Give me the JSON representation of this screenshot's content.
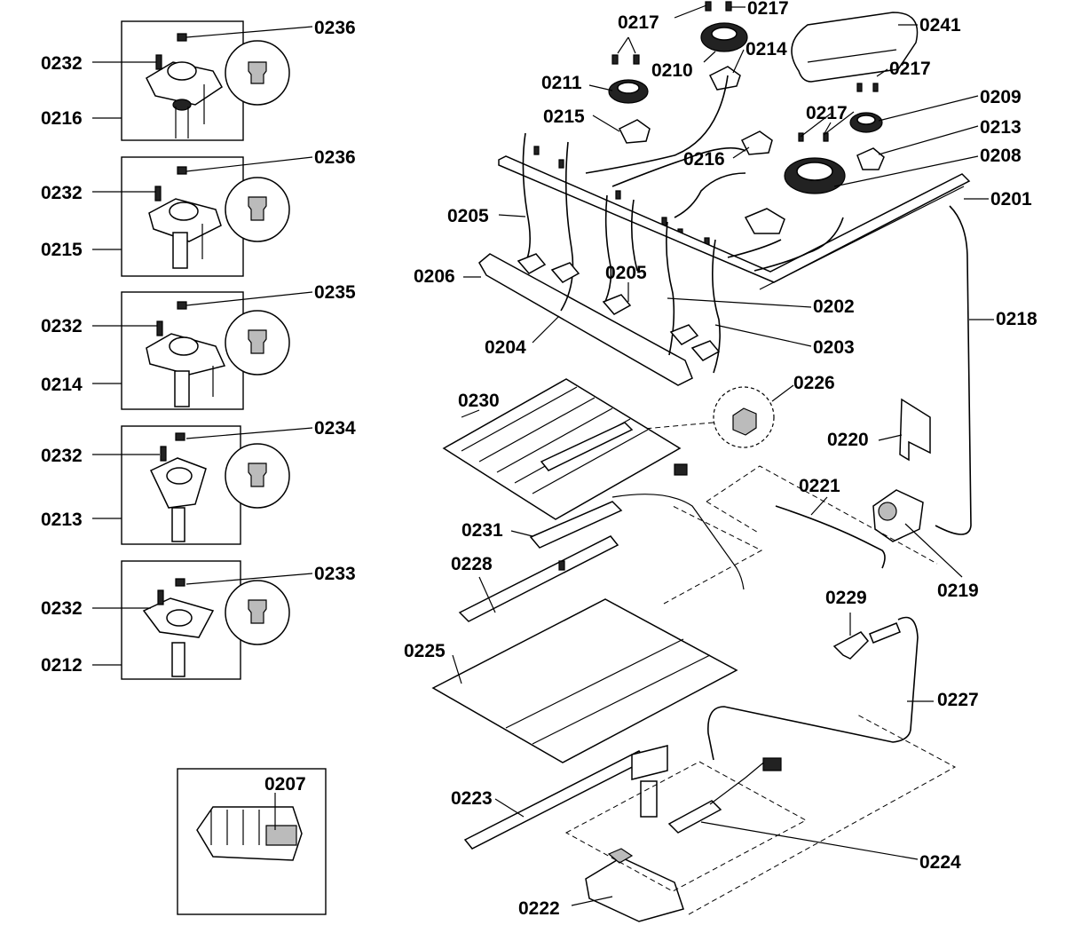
{
  "diagram": {
    "labels": {
      "l0236a": "0236",
      "l0232a": "0232",
      "l0216a": "0216",
      "l0236b": "0236",
      "l0232b": "0232",
      "l0215a": "0215",
      "l0235": "0235",
      "l0232c": "0232",
      "l0214a": "0214",
      "l0234": "0234",
      "l0232d": "0232",
      "l0213a": "0213",
      "l0233": "0233",
      "l0232e": "0232",
      "l0212": "0212",
      "l0207": "0207",
      "l0217a": "0217",
      "l0217b": "0217",
      "l0241": "0241",
      "l0210": "0210",
      "l0214b": "0214",
      "l0217c": "0217",
      "l0211": "0211",
      "l0209": "0209",
      "l0217d": "0217",
      "l0215b": "0215",
      "l0213b": "0213",
      "l0216b": "0216",
      "l0208": "0208",
      "l0201": "0201",
      "l0205a": "0205",
      "l0206": "0206",
      "l0205b": "0205",
      "l0202": "0202",
      "l0204": "0204",
      "l0203": "0203",
      "l0218": "0218",
      "l0226": "0226",
      "l0230": "0230",
      "l0220": "0220",
      "l0221": "0221",
      "l0231": "0231",
      "l0219": "0219",
      "l0228": "0228",
      "l0229": "0229",
      "l0225": "0225",
      "l0227": "0227",
      "l0223": "0223",
      "l0224": "0224",
      "l0222": "0222"
    }
  }
}
